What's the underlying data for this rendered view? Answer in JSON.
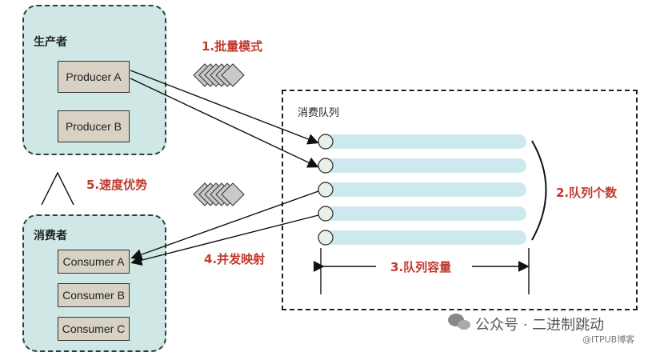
{
  "producer_group": {
    "title": "生产者",
    "nodes": [
      "Producer A",
      "Producer B"
    ]
  },
  "consumer_group": {
    "title": "消费者",
    "nodes": [
      "Consumer A",
      "Consumer B",
      "Consumer C"
    ]
  },
  "queue": {
    "title": "消费队列"
  },
  "labels": {
    "batch_mode": "1.批量模式",
    "queue_count": "2.队列个数",
    "queue_capacity": "3.队列容量",
    "concurrency": "4.并发映射",
    "speed_advantage": "5.速度优势"
  },
  "watermark": {
    "main": "公众号 · 二进制跳动",
    "sub": "@ITPUB博客"
  },
  "colors": {
    "group_fill": "#cfe7e5",
    "node_fill": "#d7d2c4",
    "queue_bar": "#cde9ee",
    "label_red": "#c0392b"
  }
}
